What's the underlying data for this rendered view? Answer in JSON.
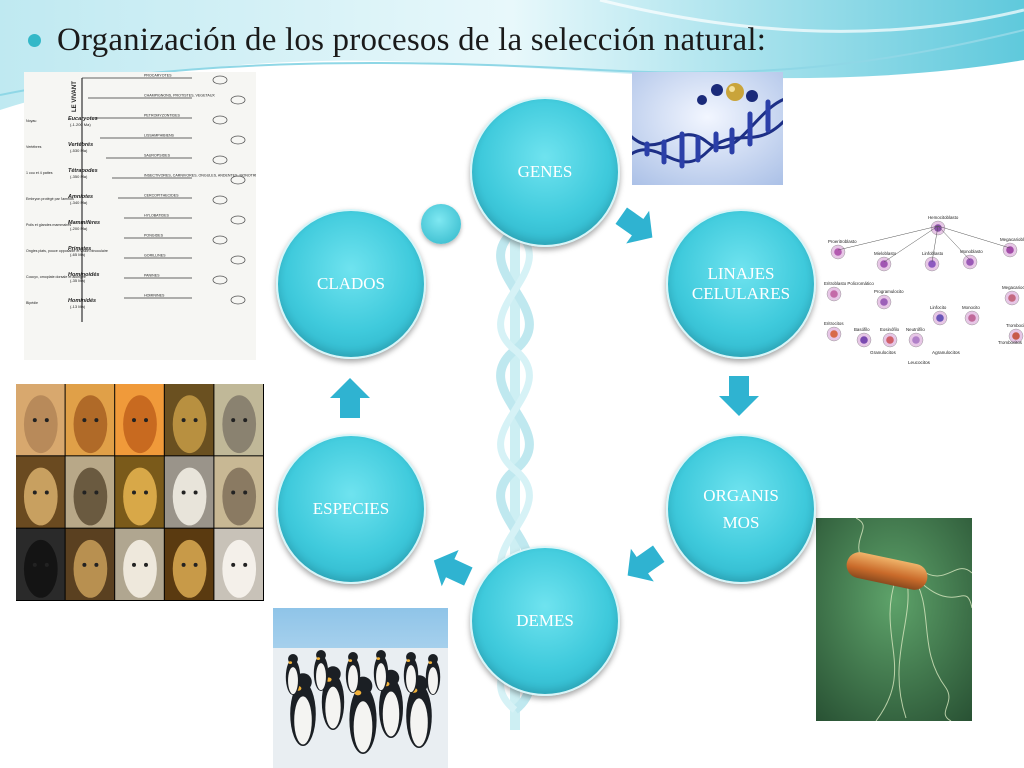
{
  "slide": {
    "title": "Organización de los procesos de la selección natural:"
  },
  "cycle": {
    "genes": "GENES",
    "linajes_line1": "LINAJES",
    "linajes_line2": "CELULARES",
    "organismos_line1": "ORGANIS",
    "organismos_line2": "MOS",
    "demes": "DEMES",
    "especies": "ESPECIES",
    "clados": "CLADOS"
  },
  "phylogeny": {
    "groups": [
      "PROCARYOTES",
      "CHAMPIGNONS, PROTISTES, VEGETAUX",
      "PETROMYZONTIDES",
      "LISSAMPHIBIENS",
      "SAUROPSIDES",
      "INSECTIVORES, CARNIVORES, ONGULES, ANDENTES, MONOTREMES, MARSUPIAUX...",
      "CERCOPITHECIDES",
      "HYLOBATIDES",
      "PONGIDES",
      "GORILLINES",
      "PANINES",
      "HOMININES"
    ],
    "clades": [
      "Eucaryotes",
      "Vertébrés",
      "Tétrapodes",
      "Amniotes",
      "Mammifères",
      "Primates",
      "Hominoidés",
      "Hominidés"
    ],
    "ages": [
      "(-1.200 Ma)",
      "(-530 Ma)",
      "(-350 Ma)",
      "(-340 Ma)",
      "(-200 Ma)",
      "(-65 Ma)",
      "(-35 Ma)",
      "(-13 Ma)"
    ],
    "traits": [
      "Noyau",
      "Vertèbres",
      "1 cou et 4 pattes",
      "Embryon protégé par l'amnios",
      "Poils et glandes mammaires",
      "Ongles plats, pouce opposable et vision binoculaire",
      "Coccyx, omoplate dorsale et allongée",
      "Bipédie"
    ],
    "trunk_label": "LE VIVANT"
  },
  "hematopoiesis": {
    "cells": [
      "Hemocitoblasto",
      "Proeritroblasto",
      "Mieloblasto",
      "Linfoblasto",
      "Monoblasto",
      "Megacarioblasto",
      "Eritroblasto Policromático",
      "Programulocito",
      "Linfocito",
      "Monocito",
      "Megacariocito",
      "Eritrocitos",
      "Basófilo",
      "Eosinófilo",
      "Neutrófilo",
      "Trombocitos",
      "Granulocitos",
      "Agranulocitos",
      "Leucocitos"
    ]
  },
  "palette": {
    "node": "#3fcadc",
    "node_border": "#d8f5f8",
    "arrow": "#2fb3d1",
    "title": "#1a1a1a",
    "bullet": "#34b8c8"
  },
  "icons": {
    "bullet": "circle-bullet-icon",
    "arrow": "chevron-arrow-icon"
  }
}
